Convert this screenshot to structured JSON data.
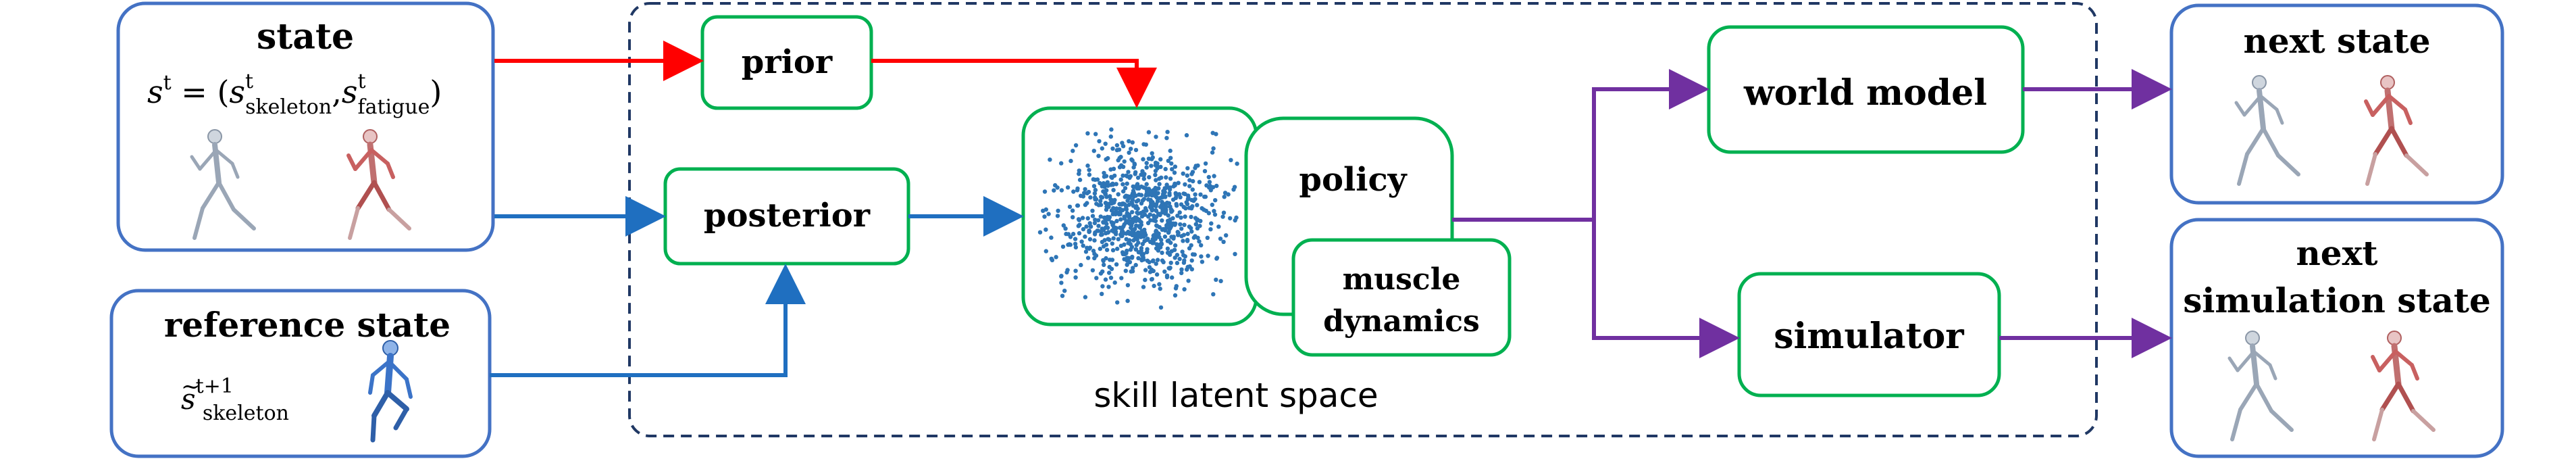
{
  "state": {
    "title": "state",
    "formula_prefix": "s",
    "formula_sup": "t",
    "formula_eq": " = (",
    "formula_s1": "s",
    "formula_s1_sub": "skeleton",
    "formula_s1_sup": "t",
    "formula_comma": ",",
    "formula_s2": "s",
    "formula_s2_sub": "fatigue",
    "formula_s2_sup": "t",
    "formula_close": ")"
  },
  "reference_state": {
    "title": "reference state",
    "formula_s": "s",
    "formula_tilde": "~",
    "formula_sub": "skeleton",
    "formula_sup": "t+1"
  },
  "prior": {
    "label": "prior"
  },
  "posterior": {
    "label": "posterior"
  },
  "policy": {
    "label": "policy"
  },
  "muscle_dynamics": {
    "line1": "muscle",
    "line2": "dynamics"
  },
  "world_model": {
    "label": "world model"
  },
  "simulator": {
    "label": "simulator"
  },
  "next_state": {
    "title": "next state"
  },
  "next_simulation_state": {
    "line1": "next",
    "line2": "simulation state"
  },
  "latent_space": {
    "caption": "skill latent space"
  },
  "colors": {
    "blue_frame": "#4472c4",
    "green_frame": "#00b050",
    "dashed_frame": "#203864",
    "red_arrow": "#ff0000",
    "blue_arrow": "#1f6fc0",
    "purple_arrow": "#7030a0",
    "scatter_dots": "#2e75b6"
  }
}
